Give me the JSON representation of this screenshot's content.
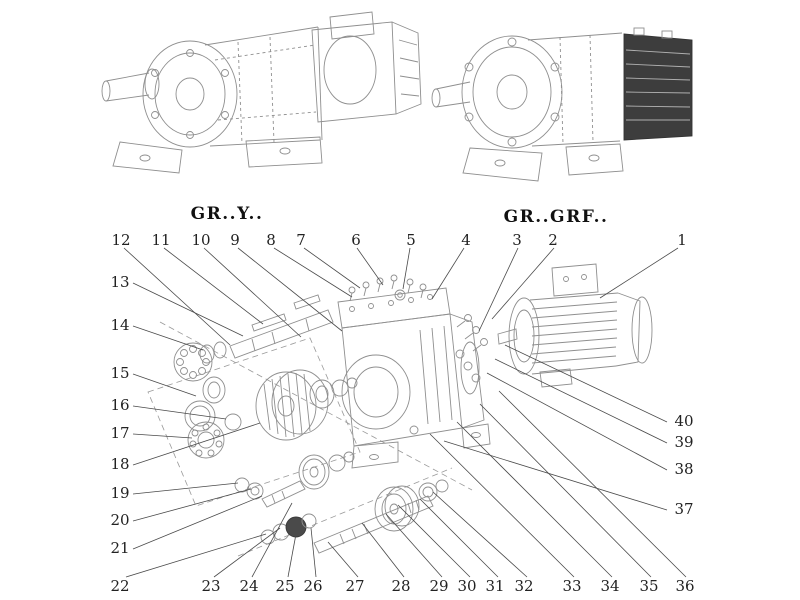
{
  "figure": {
    "left_model_label": "GR..Y..",
    "right_model_label": "GR..GRF.."
  },
  "callouts": [
    {
      "n": "1"
    },
    {
      "n": "2"
    },
    {
      "n": "3"
    },
    {
      "n": "4"
    },
    {
      "n": "5"
    },
    {
      "n": "6"
    },
    {
      "n": "7"
    },
    {
      "n": "8"
    },
    {
      "n": "9"
    },
    {
      "n": "10"
    },
    {
      "n": "11"
    },
    {
      "n": "12"
    },
    {
      "n": "13"
    },
    {
      "n": "14"
    },
    {
      "n": "15"
    },
    {
      "n": "16"
    },
    {
      "n": "17"
    },
    {
      "n": "18"
    },
    {
      "n": "19"
    },
    {
      "n": "20"
    },
    {
      "n": "21"
    },
    {
      "n": "22"
    },
    {
      "n": "23"
    },
    {
      "n": "24"
    },
    {
      "n": "25"
    },
    {
      "n": "26"
    },
    {
      "n": "27"
    },
    {
      "n": "28"
    },
    {
      "n": "29"
    },
    {
      "n": "30"
    },
    {
      "n": "31"
    },
    {
      "n": "32"
    },
    {
      "n": "33"
    },
    {
      "n": "34"
    },
    {
      "n": "35"
    },
    {
      "n": "36"
    },
    {
      "n": "37"
    },
    {
      "n": "38"
    },
    {
      "n": "39"
    },
    {
      "n": "40"
    }
  ],
  "colors": {
    "background": "#ffffff",
    "line_art": "#8f8f8f",
    "leader_line": "#4a4a4a",
    "text": "#222222",
    "dark_motor_block": "#3d3d3d"
  }
}
